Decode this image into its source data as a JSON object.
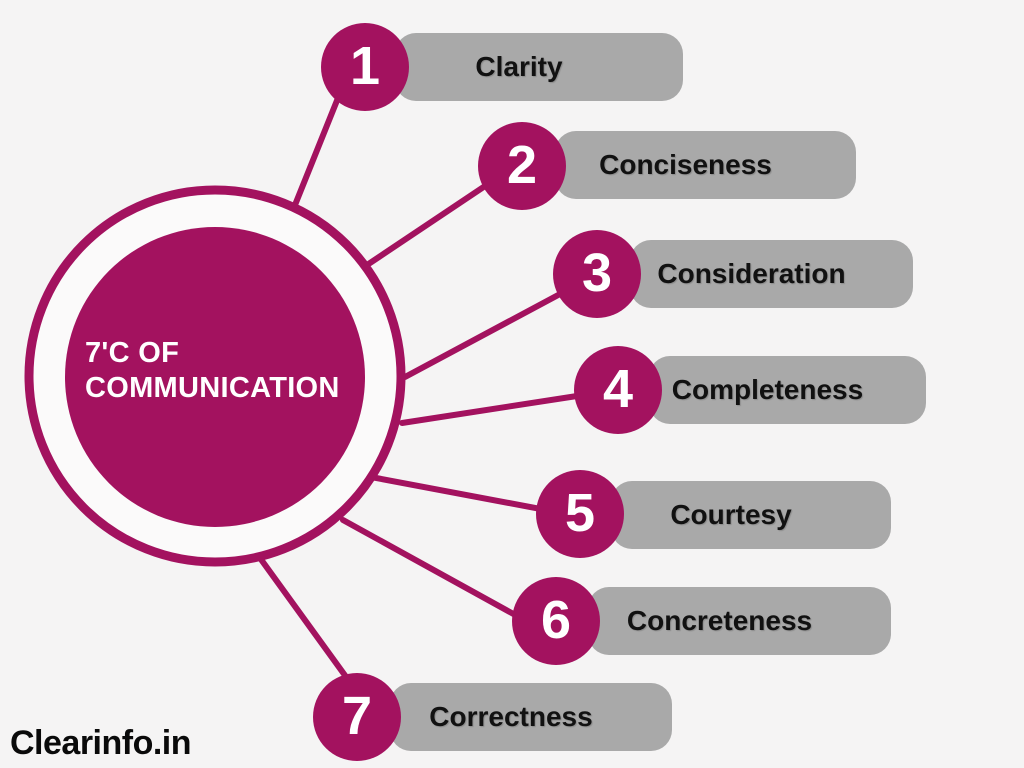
{
  "colors": {
    "accent": "#a3125f",
    "bar_fill": "#a9a9a9",
    "background": "#f5f4f4",
    "ring_fill": "#fbfafa",
    "label_text": "#111111",
    "number_text": "#ffffff",
    "watermark_text": "#0a0a0a"
  },
  "center_circle": {
    "title_line1": "7'C OF",
    "title_line2": "COMMUNICATION"
  },
  "items": [
    {
      "number": "1",
      "label": "Clarity"
    },
    {
      "number": "2",
      "label": "Conciseness"
    },
    {
      "number": "3",
      "label": "Consideration"
    },
    {
      "number": "4",
      "label": "Completeness"
    },
    {
      "number": "5",
      "label": "Courtesy"
    },
    {
      "number": "6",
      "label": "Concreteness"
    },
    {
      "number": "7",
      "label": "Correctness"
    }
  ],
  "watermark": "Clearinfo.in"
}
